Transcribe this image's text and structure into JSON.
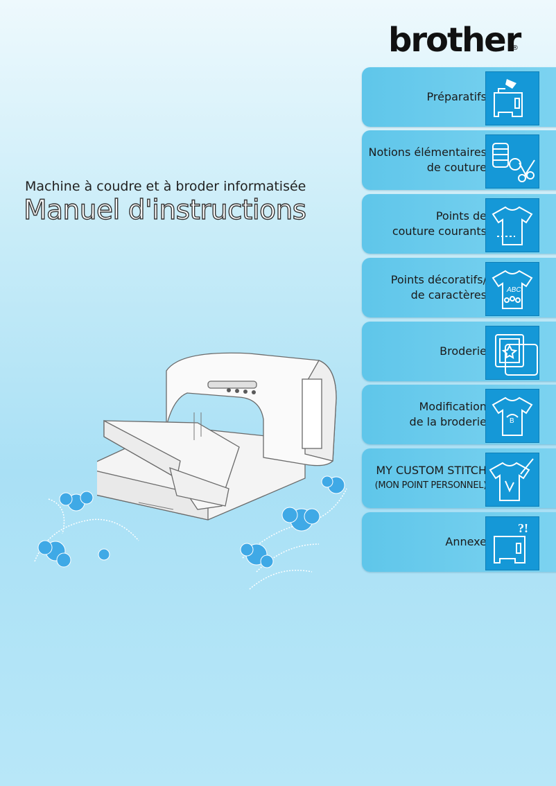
{
  "brand": {
    "logo_text": "brother",
    "registered": "®"
  },
  "cover": {
    "subtitle": "Machine à coudre et à broder informatisée",
    "title": "Manuel d'instructions"
  },
  "tabs": [
    {
      "line1": "Préparatifs",
      "line2": "",
      "icon": "sewing-machine-hand-icon"
    },
    {
      "line1": "Notions élémentaires",
      "line2": "de couture",
      "icon": "thread-scissors-icon"
    },
    {
      "line1": "Points de",
      "line2": "couture courants",
      "icon": "shirt-stitch-icon"
    },
    {
      "line1": "Points décoratifs/",
      "line2": "de caractères",
      "icon": "shirt-abc-icon"
    },
    {
      "line1": "Broderie",
      "line2": "",
      "icon": "embroidery-frame-icon"
    },
    {
      "line1": "Modification",
      "line2": "de la broderie",
      "icon": "shirt-edit-icon"
    },
    {
      "line1": "MY CUSTOM STITCH",
      "line2": "(MON POINT PERSONNEL)",
      "icon": "shirt-pen-icon"
    },
    {
      "line1": "Annexe",
      "line2": "",
      "icon": "sewing-machine-question-icon"
    }
  ],
  "colors": {
    "tab": "#6ccdec",
    "icon_bg": "#1598d7",
    "title_stroke": "#333333"
  }
}
